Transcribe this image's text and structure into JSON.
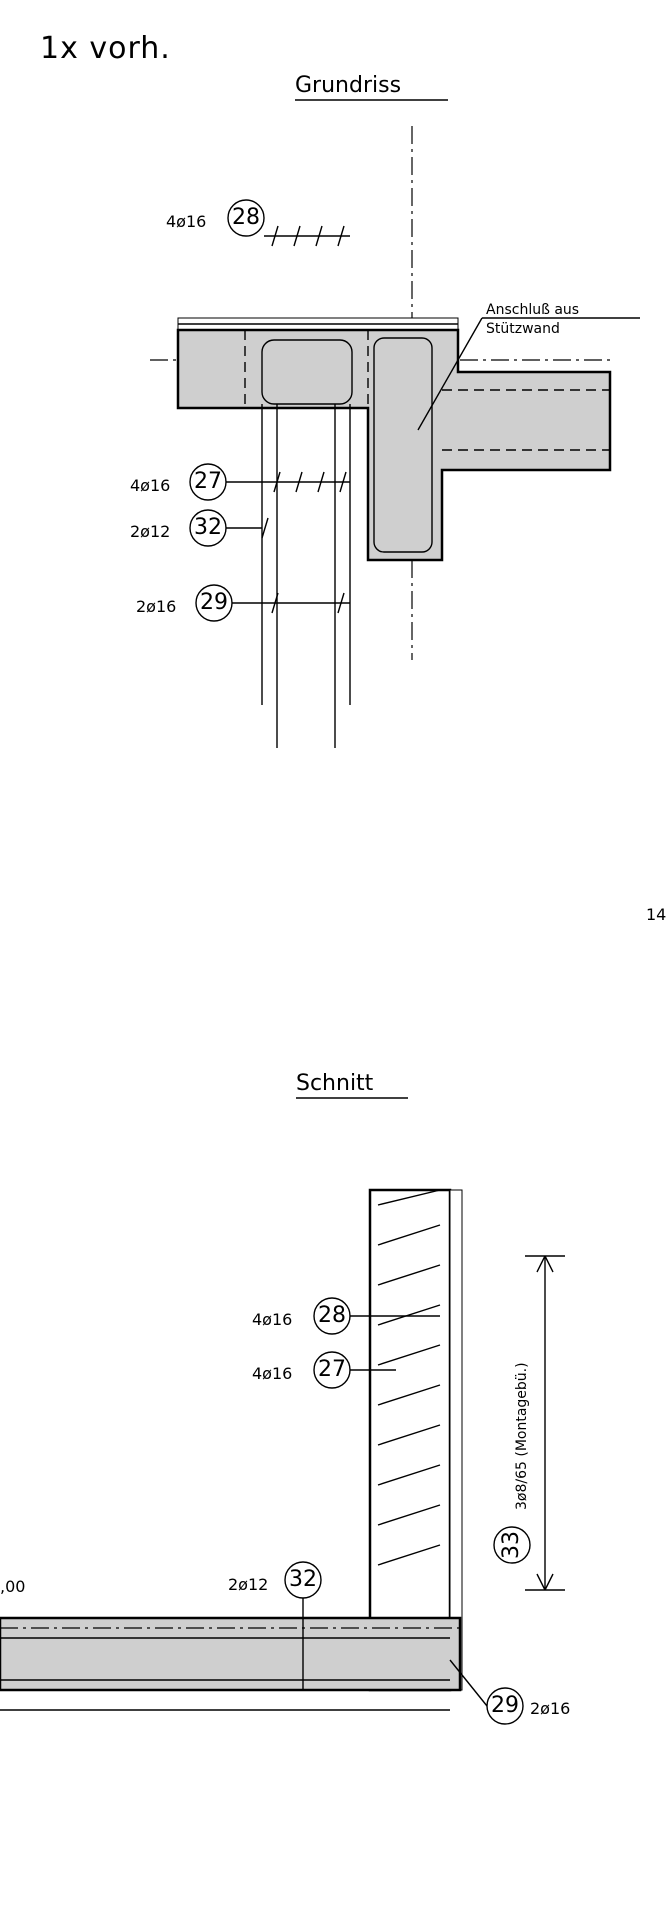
{
  "drawing": {
    "header_fragment": "1x vorh.",
    "plan": {
      "title": "Grundriss",
      "annotation_line1": "Anschluß aus",
      "annotation_line2": "Stützwand",
      "bars": [
        {
          "label": "4ø16",
          "mark": "28"
        },
        {
          "label": "4ø16",
          "mark": "27"
        },
        {
          "label": "2ø12",
          "mark": "32"
        },
        {
          "label": "2ø16",
          "mark": "29"
        }
      ]
    },
    "margin_fragment": "14",
    "section": {
      "title": "Schnitt",
      "level_fragment": ",00",
      "bars": [
        {
          "label": "4ø16",
          "mark": "28"
        },
        {
          "label": "4ø16",
          "mark": "27"
        },
        {
          "label": "2ø12",
          "mark": "32"
        },
        {
          "label": "2ø16",
          "mark": "29"
        }
      ],
      "vertical_label": "3ø8/65 (Montagebü.)",
      "vertical_mark": "33"
    }
  }
}
